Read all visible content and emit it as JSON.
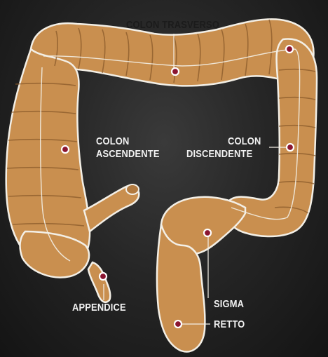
{
  "labels": {
    "colon_trasverso": "COLON TRASVERSO",
    "colon_ascendente_1": "COLON",
    "colon_ascendente_2": "ASCENDENTE",
    "colon_discendente_1": "COLON",
    "colon_discendente_2": "DISCENDENTE",
    "appendice": "APPENDICE",
    "sigma": "SIGMA",
    "retto": "RETTO"
  },
  "colors": {
    "intestine_fill": "#c98f4f",
    "intestine_stroke": "#f3efe6",
    "marker_fill": "#8a1530",
    "background": "#262626"
  }
}
